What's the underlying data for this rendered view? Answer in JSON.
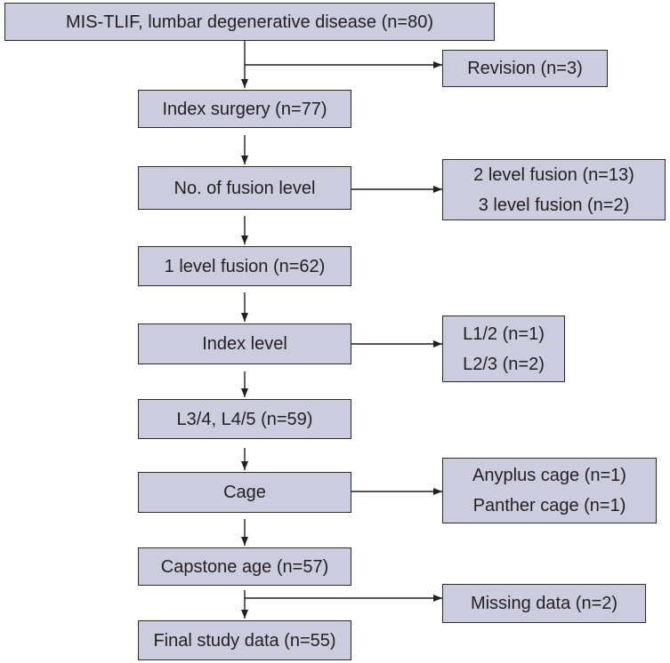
{
  "colors": {
    "box_fill": "#ccccdf",
    "box_border": "#2b2b2b",
    "line": "#231f20",
    "text": "#231f20"
  },
  "boxes": {
    "start": "MIS-TLIF, lumbar degenerative disease (n=80)",
    "revision": "Revision (n=3)",
    "index_surgery": "Index surgery (n=77)",
    "fusion_level": "No. of fusion level",
    "fusion_excl_1": "2 level fusion (n=13)",
    "fusion_excl_2": "3 level fusion (n=2)",
    "one_level": "1 level fusion (n=62)",
    "index_level": "Index level",
    "index_excl_1": "L1/2 (n=1)",
    "index_excl_2": "L2/3 (n=2)",
    "l3_l4": "L3/4, L4/5 (n=59)",
    "cage": "Cage",
    "cage_excl_1": "Anyplus cage (n=1)",
    "cage_excl_2": "Panther cage (n=1)",
    "capstone": "Capstone age (n=57)",
    "missing": "Missing data (n=2)",
    "final": "Final study data (n=55)"
  }
}
